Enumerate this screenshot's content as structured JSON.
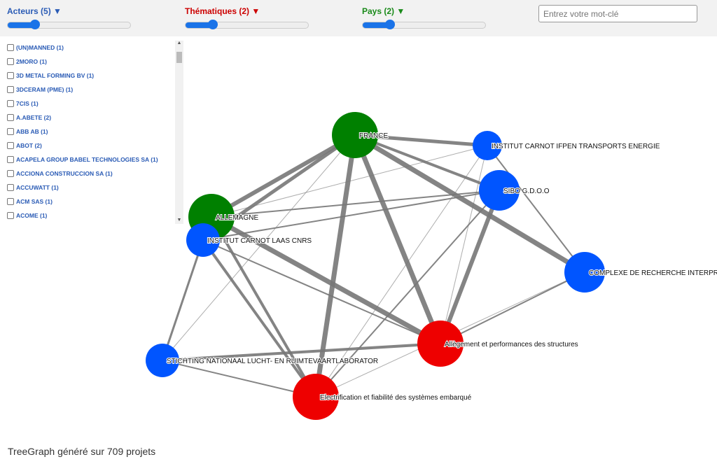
{
  "filters": [
    {
      "label": "Acteurs (5) ▼",
      "color": "#2a5bb5",
      "value": 0.22
    },
    {
      "label": "Thématiques (2) ▼",
      "color": "#cc0000",
      "value": 0.22
    },
    {
      "label": "Pays (2) ▼",
      "color": "#1a8a1a",
      "value": 0.22
    }
  ],
  "search": {
    "placeholder": "Entrez votre mot-clé"
  },
  "actors": [
    "(UN)MANNED (1)",
    "2MORO (1)",
    "3D METAL FORMING BV (1)",
    "3DCERAM (PME) (1)",
    "7CIS (1)",
    "A.ABETE (2)",
    "ABB AB (1)",
    "ABOT (2)",
    "ACAPELA GROUP BABEL TECHNOLOGIES SA (1)",
    "ACCIONA CONSTRUCCION SA (1)",
    "ACCUWATT (1)",
    "ACM SAS (1)",
    "ACOME (1)"
  ],
  "graph": {
    "colors": {
      "pays": "#008000",
      "acteur": "#0055ff",
      "thematique": "#ee0000",
      "edge": "#777777"
    },
    "nodes": [
      {
        "id": "fr",
        "label": "FRANCE",
        "type": "pays"
      },
      {
        "id": "de",
        "label": "ALLEMAGNE",
        "type": "pays"
      },
      {
        "id": "ifpen",
        "label": "INSTITUT CARNOT IFPEN TRANSPORTS ENERGIE",
        "type": "acteur"
      },
      {
        "id": "sibo",
        "label": "SIBO G.D.O.O",
        "type": "acteur"
      },
      {
        "id": "laas",
        "label": "INSTITUT CARNOT LAAS CNRS",
        "type": "acteur"
      },
      {
        "id": "cri",
        "label": "COMPLEXE DE RECHERCHE INTERPROFESSIONNEL",
        "type": "acteur"
      },
      {
        "id": "alleg",
        "label": "Allègement et performances des structures",
        "type": "thematique"
      },
      {
        "id": "elec",
        "label": "Electrification et fiabilité des systèmes embarqué",
        "type": "thematique"
      },
      {
        "id": "nlr",
        "label": "STICHTING NATIONAAL LUCHT- EN RUIMTEVAARTLABORATOR",
        "type": "acteur"
      }
    ],
    "edges": [
      [
        "fr",
        "de",
        6
      ],
      [
        "fr",
        "laas",
        5
      ],
      [
        "fr",
        "ifpen",
        5
      ],
      [
        "fr",
        "sibo",
        4
      ],
      [
        "fr",
        "cri",
        7
      ],
      [
        "fr",
        "alleg",
        7
      ],
      [
        "fr",
        "elec",
        7
      ],
      [
        "fr",
        "nlr",
        1
      ],
      [
        "de",
        "alleg",
        7
      ],
      [
        "de",
        "sibo",
        2
      ],
      [
        "de",
        "ifpen",
        1
      ],
      [
        "de",
        "elec",
        4
      ],
      [
        "laas",
        "sibo",
        2
      ],
      [
        "laas",
        "nlr",
        3
      ],
      [
        "laas",
        "elec",
        4
      ],
      [
        "laas",
        "alleg",
        2
      ],
      [
        "sibo",
        "alleg",
        6
      ],
      [
        "sibo",
        "elec",
        2
      ],
      [
        "ifpen",
        "cri",
        2
      ],
      [
        "ifpen",
        "alleg",
        1
      ],
      [
        "ifpen",
        "elec",
        1
      ],
      [
        "cri",
        "alleg",
        2
      ],
      [
        "cri",
        "elec",
        1
      ],
      [
        "nlr",
        "alleg",
        4
      ],
      [
        "nlr",
        "elec",
        2
      ]
    ]
  },
  "footer": "TreeGraph généré sur 709 projets"
}
